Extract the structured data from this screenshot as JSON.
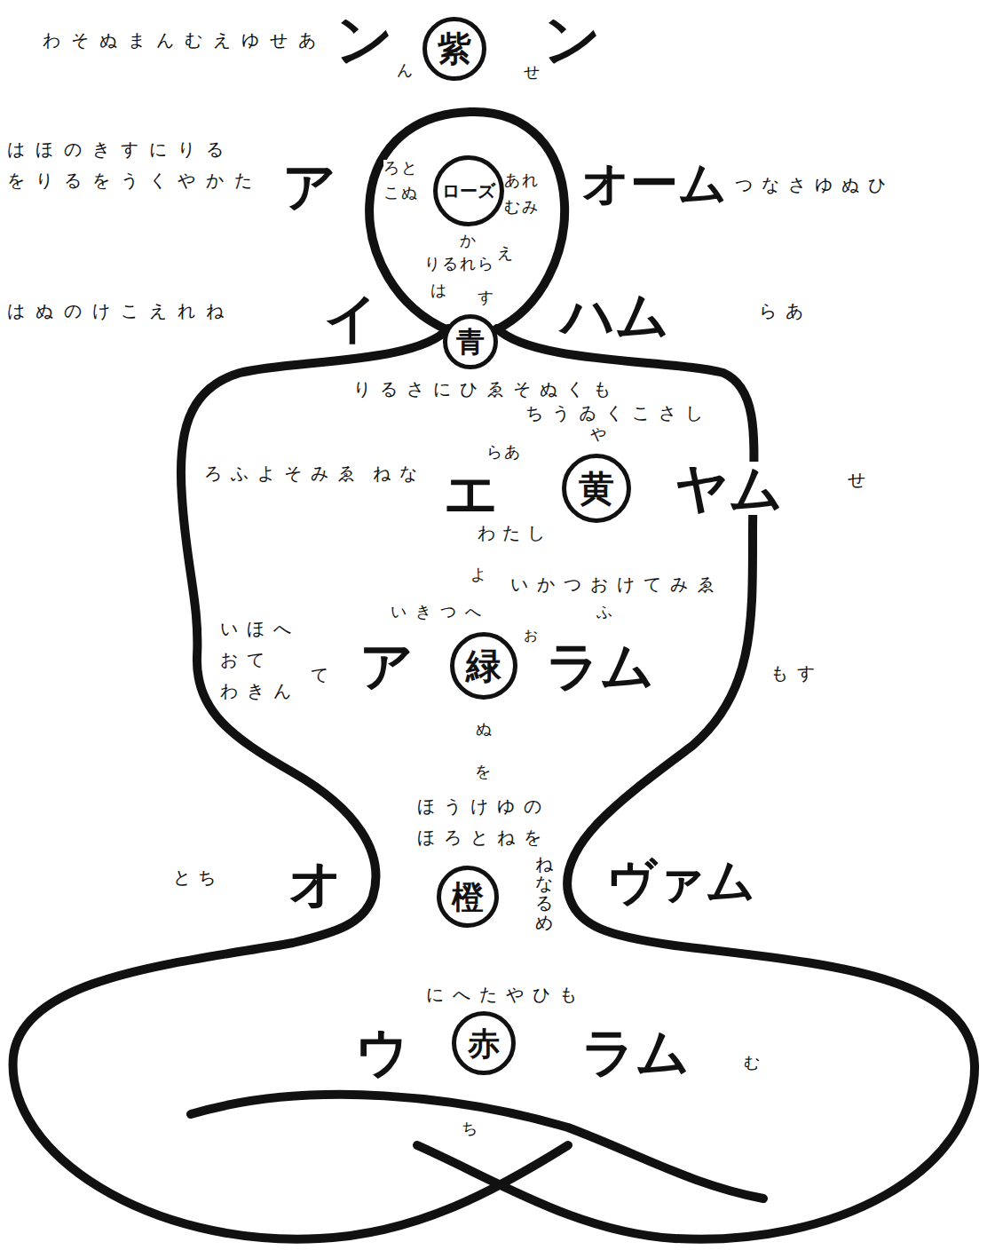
{
  "diagram": {
    "nodes": [
      {
        "text": [
          "紫"
        ]
      },
      {
        "text": [
          "ローズ"
        ]
      },
      {
        "text": [
          "青"
        ]
      },
      {
        "text": [
          "黄"
        ]
      },
      {
        "text": [
          "緑"
        ]
      },
      {
        "text": [
          "橙"
        ]
      },
      {
        "text": [
          "赤"
        ]
      }
    ],
    "labels": [
      "わそぬまんむえゆせあ",
      "ン",
      "ん",
      "せ",
      "ン",
      "はほのきすにりる",
      "をりるをうくやかた",
      "ア",
      "ろと",
      "こぬ",
      "あれ",
      "むみ",
      "オーム",
      "つなさゆぬひ",
      "か",
      "りるれら",
      "え",
      "は",
      "す",
      "はぬのけこえれね",
      "イ",
      "ハム",
      "らあ",
      "りるさにひゑそぬくも",
      "ちうゐくこさし",
      "や",
      "ろふよそみゑ",
      "ねな",
      "らあ",
      "エ",
      "ヤム",
      "せ",
      "わたし",
      "よ",
      "いかつおけてみゑ",
      "いきつへ",
      "ふ",
      "お",
      "いほへ",
      "おて",
      "わきん",
      "て",
      "ア",
      "ラム",
      "もす",
      "ぬ",
      "を",
      "ほうけゆの",
      "ほろとねを",
      "ねなるめ",
      "とち",
      "オ",
      "ヴァム",
      "にへたやひも",
      "ウ",
      "ラム",
      "む",
      "ち"
    ]
  }
}
